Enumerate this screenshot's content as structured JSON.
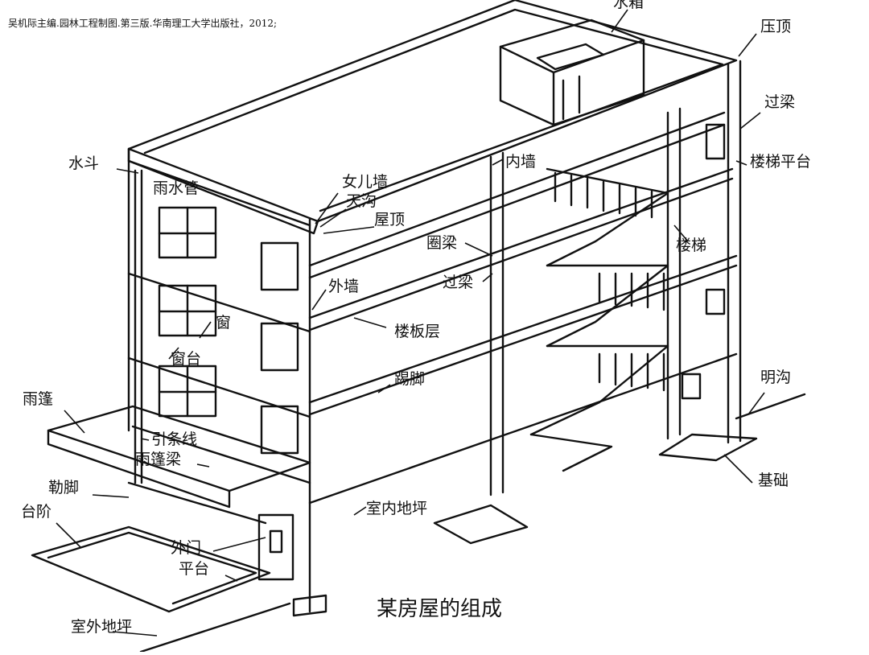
{
  "citation": "吴机际主编.园林工程制图.第三版.华南理工大学出版社，2012;",
  "caption": "某房屋的组成",
  "labels": {
    "water_tank": "水箱",
    "coping": "压顶",
    "lintel_top": "过梁",
    "stair_landing": "楼梯平台",
    "inner_wall": "内墙",
    "rain_hopper": "水斗",
    "downpipe": "雨水管",
    "parapet": "女儿墙",
    "gutter": "天沟",
    "roof": "屋顶",
    "ring_beam": "圈梁",
    "stairs": "楼梯",
    "lintel_mid": "过梁",
    "outer_wall": "外墙",
    "floor_slab": "楼板层",
    "window": "窗",
    "window_sill": "窗台",
    "skirting": "踢脚",
    "open_drain": "明沟",
    "canopy": "雨篷",
    "string_course": "引条线",
    "canopy_beam": "雨篷梁",
    "foundation": "基础",
    "plinth": "勒脚",
    "steps": "台阶",
    "indoor_floor": "室内地坪",
    "outer_door": "外门",
    "platform": "平台",
    "outdoor_ground": "室外地坪"
  }
}
